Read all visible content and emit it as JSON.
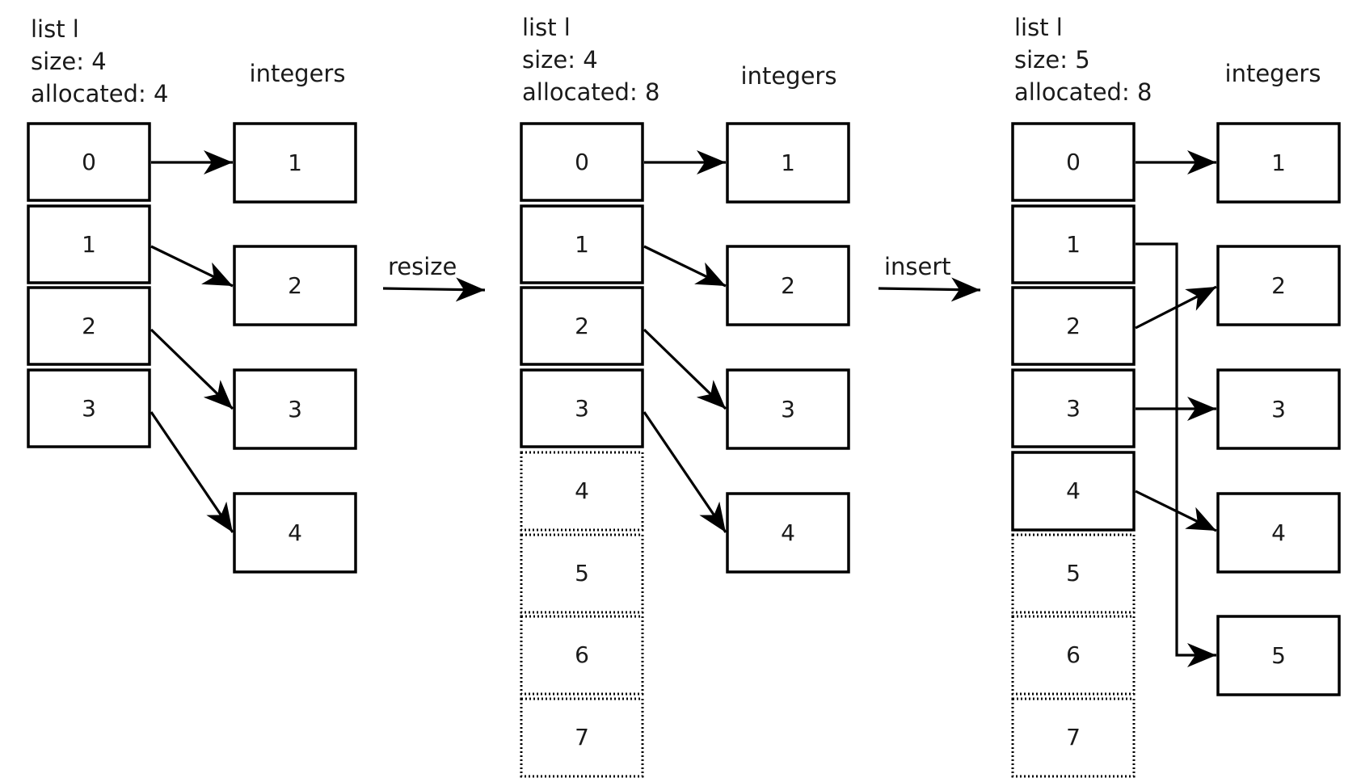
{
  "panels": [
    {
      "header": [
        "list l",
        "size: 4",
        "allocated: 4"
      ],
      "integers_label": "integers",
      "cells": [
        {
          "label": "0",
          "used": true
        },
        {
          "label": "1",
          "used": true
        },
        {
          "label": "2",
          "used": true
        },
        {
          "label": "3",
          "used": true
        }
      ],
      "integers": [
        "1",
        "2",
        "3",
        "4"
      ],
      "pointers": [
        {
          "from": 0,
          "to": 0
        },
        {
          "from": 1,
          "to": 1
        },
        {
          "from": 2,
          "to": 2
        },
        {
          "from": 3,
          "to": 3
        }
      ]
    },
    {
      "header": [
        "list l",
        "size: 4",
        "allocated: 8"
      ],
      "integers_label": "integers",
      "cells": [
        {
          "label": "0",
          "used": true
        },
        {
          "label": "1",
          "used": true
        },
        {
          "label": "2",
          "used": true
        },
        {
          "label": "3",
          "used": true
        },
        {
          "label": "4",
          "used": false
        },
        {
          "label": "5",
          "used": false
        },
        {
          "label": "6",
          "used": false
        },
        {
          "label": "7",
          "used": false
        }
      ],
      "integers": [
        "1",
        "2",
        "3",
        "4"
      ],
      "pointers": [
        {
          "from": 0,
          "to": 0
        },
        {
          "from": 1,
          "to": 1
        },
        {
          "from": 2,
          "to": 2
        },
        {
          "from": 3,
          "to": 3
        }
      ]
    },
    {
      "header": [
        "list l",
        "size: 5",
        "allocated: 8"
      ],
      "integers_label": "integers",
      "cells": [
        {
          "label": "0",
          "used": true
        },
        {
          "label": "1",
          "used": true
        },
        {
          "label": "2",
          "used": true
        },
        {
          "label": "3",
          "used": true
        },
        {
          "label": "4",
          "used": true
        },
        {
          "label": "5",
          "used": false
        },
        {
          "label": "6",
          "used": false
        },
        {
          "label": "7",
          "used": false
        }
      ],
      "integers": [
        "1",
        "2",
        "3",
        "4",
        "5"
      ],
      "pointers": [
        {
          "from": 0,
          "to": 0
        },
        {
          "from": 1,
          "to": 4
        },
        {
          "from": 2,
          "to": 1
        },
        {
          "from": 3,
          "to": 2
        },
        {
          "from": 4,
          "to": 3
        }
      ]
    }
  ],
  "transitions": [
    "resize",
    "insert"
  ]
}
